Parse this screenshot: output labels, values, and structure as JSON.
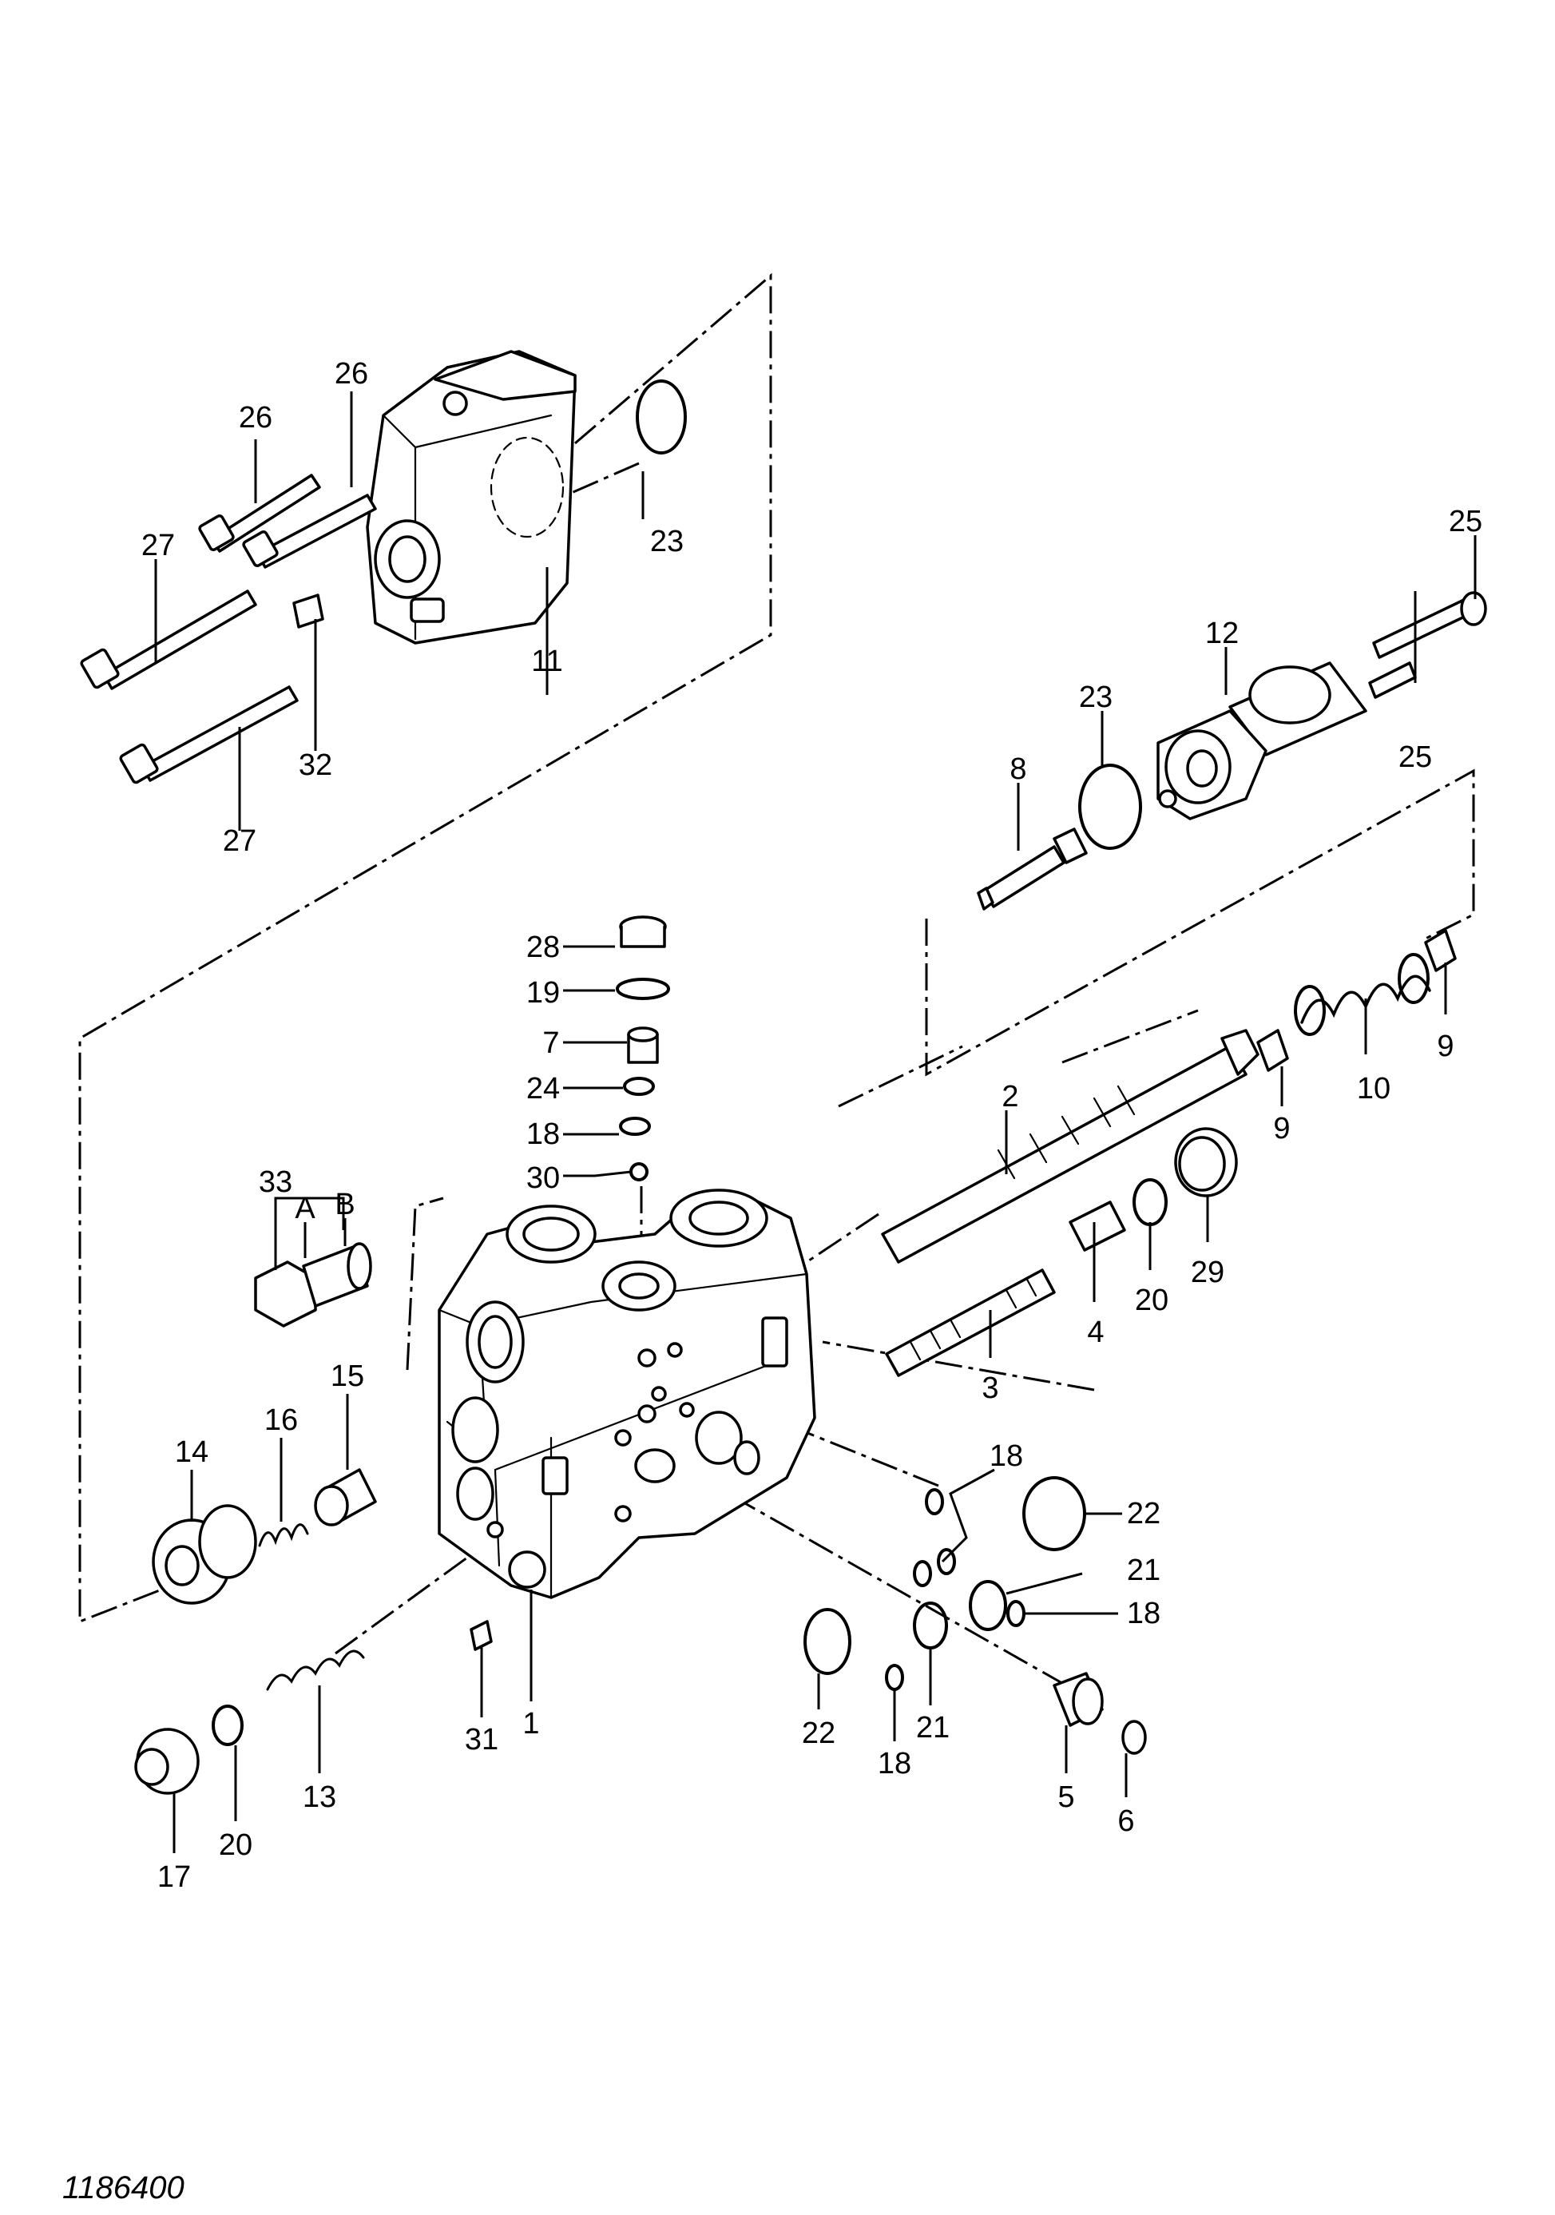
{
  "drawing_number": "1186400",
  "callouts": {
    "p1": "1",
    "p2": "2",
    "p3": "3",
    "p4": "4",
    "p5": "5",
    "p6": "6",
    "p7": "7",
    "p8": "8",
    "p9a": "9",
    "p9b": "9",
    "p10": "10",
    "p11": "11",
    "p12": "12",
    "p13": "13",
    "p14": "14",
    "p15": "15",
    "p16": "16",
    "p17": "17",
    "p18a": "18",
    "p18b": "18",
    "p18c": "18",
    "p18d": "18",
    "p19": "19",
    "p20a": "20",
    "p20b": "20",
    "p21a": "21",
    "p21b": "21",
    "p22a": "22",
    "p22b": "22",
    "p23a": "23",
    "p23b": "23",
    "p24": "24",
    "p25a": "25",
    "p25b": "25",
    "p26a": "26",
    "p26b": "26",
    "p27a": "27",
    "p27b": "27",
    "p28": "28",
    "p29": "29",
    "p30": "30",
    "p31": "31",
    "p32": "32",
    "p33": "33",
    "pA": "A",
    "pB": "B"
  }
}
